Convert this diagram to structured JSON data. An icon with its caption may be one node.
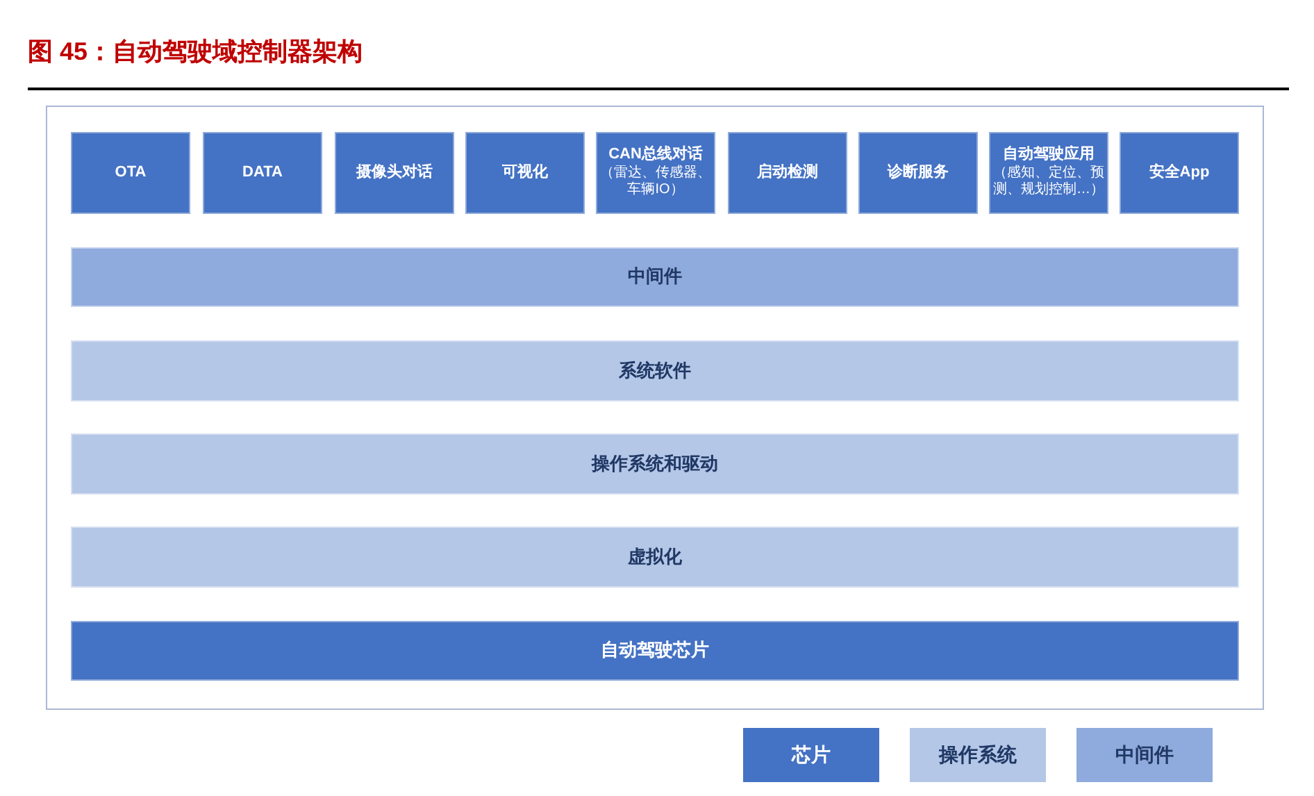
{
  "diagram": {
    "title": "图 45：自动驾驶域控制器架构",
    "nodes": [
      {
        "text": [],
        "shape": "box"
      },
      {
        "text": [
          "OTA"
        ],
        "in": 0
      },
      {
        "text": [
          "DATA"
        ],
        "in": 0
      },
      {
        "text": [
          "摄像头对话"
        ],
        "in": 0
      },
      {
        "text": [
          "可视化"
        ],
        "in": 0
      },
      {
        "text": [
          "CAN总线对话",
          "（雷达、传感器、车辆IO）"
        ],
        "in": 0
      },
      {
        "text": [
          "启动检测"
        ],
        "in": 0
      },
      {
        "text": [
          "诊断服务"
        ],
        "in": 0
      },
      {
        "text": [
          "自动驾驶应用",
          "（感知、定位、预测、规划控制…）"
        ],
        "in": 0
      },
      {
        "text": [
          "安全App"
        ],
        "in": 0
      },
      {
        "text": [
          "中间件"
        ],
        "in": 0
      },
      {
        "text": [
          "系统软件"
        ],
        "in": 0
      },
      {
        "text": [
          "操作系统和驱动"
        ],
        "in": 0
      },
      {
        "text": [
          "虚拟化"
        ],
        "in": 0
      },
      {
        "text": [
          "自动驾驶芯片"
        ],
        "in": 0
      }
    ],
    "legend": [
      {
        "text": "芯片",
        "color": "#4472c4"
      },
      {
        "text": "操作系统",
        "color": "#b4c7e7"
      },
      {
        "text": "中间件",
        "color": "#8faadc"
      }
    ]
  }
}
